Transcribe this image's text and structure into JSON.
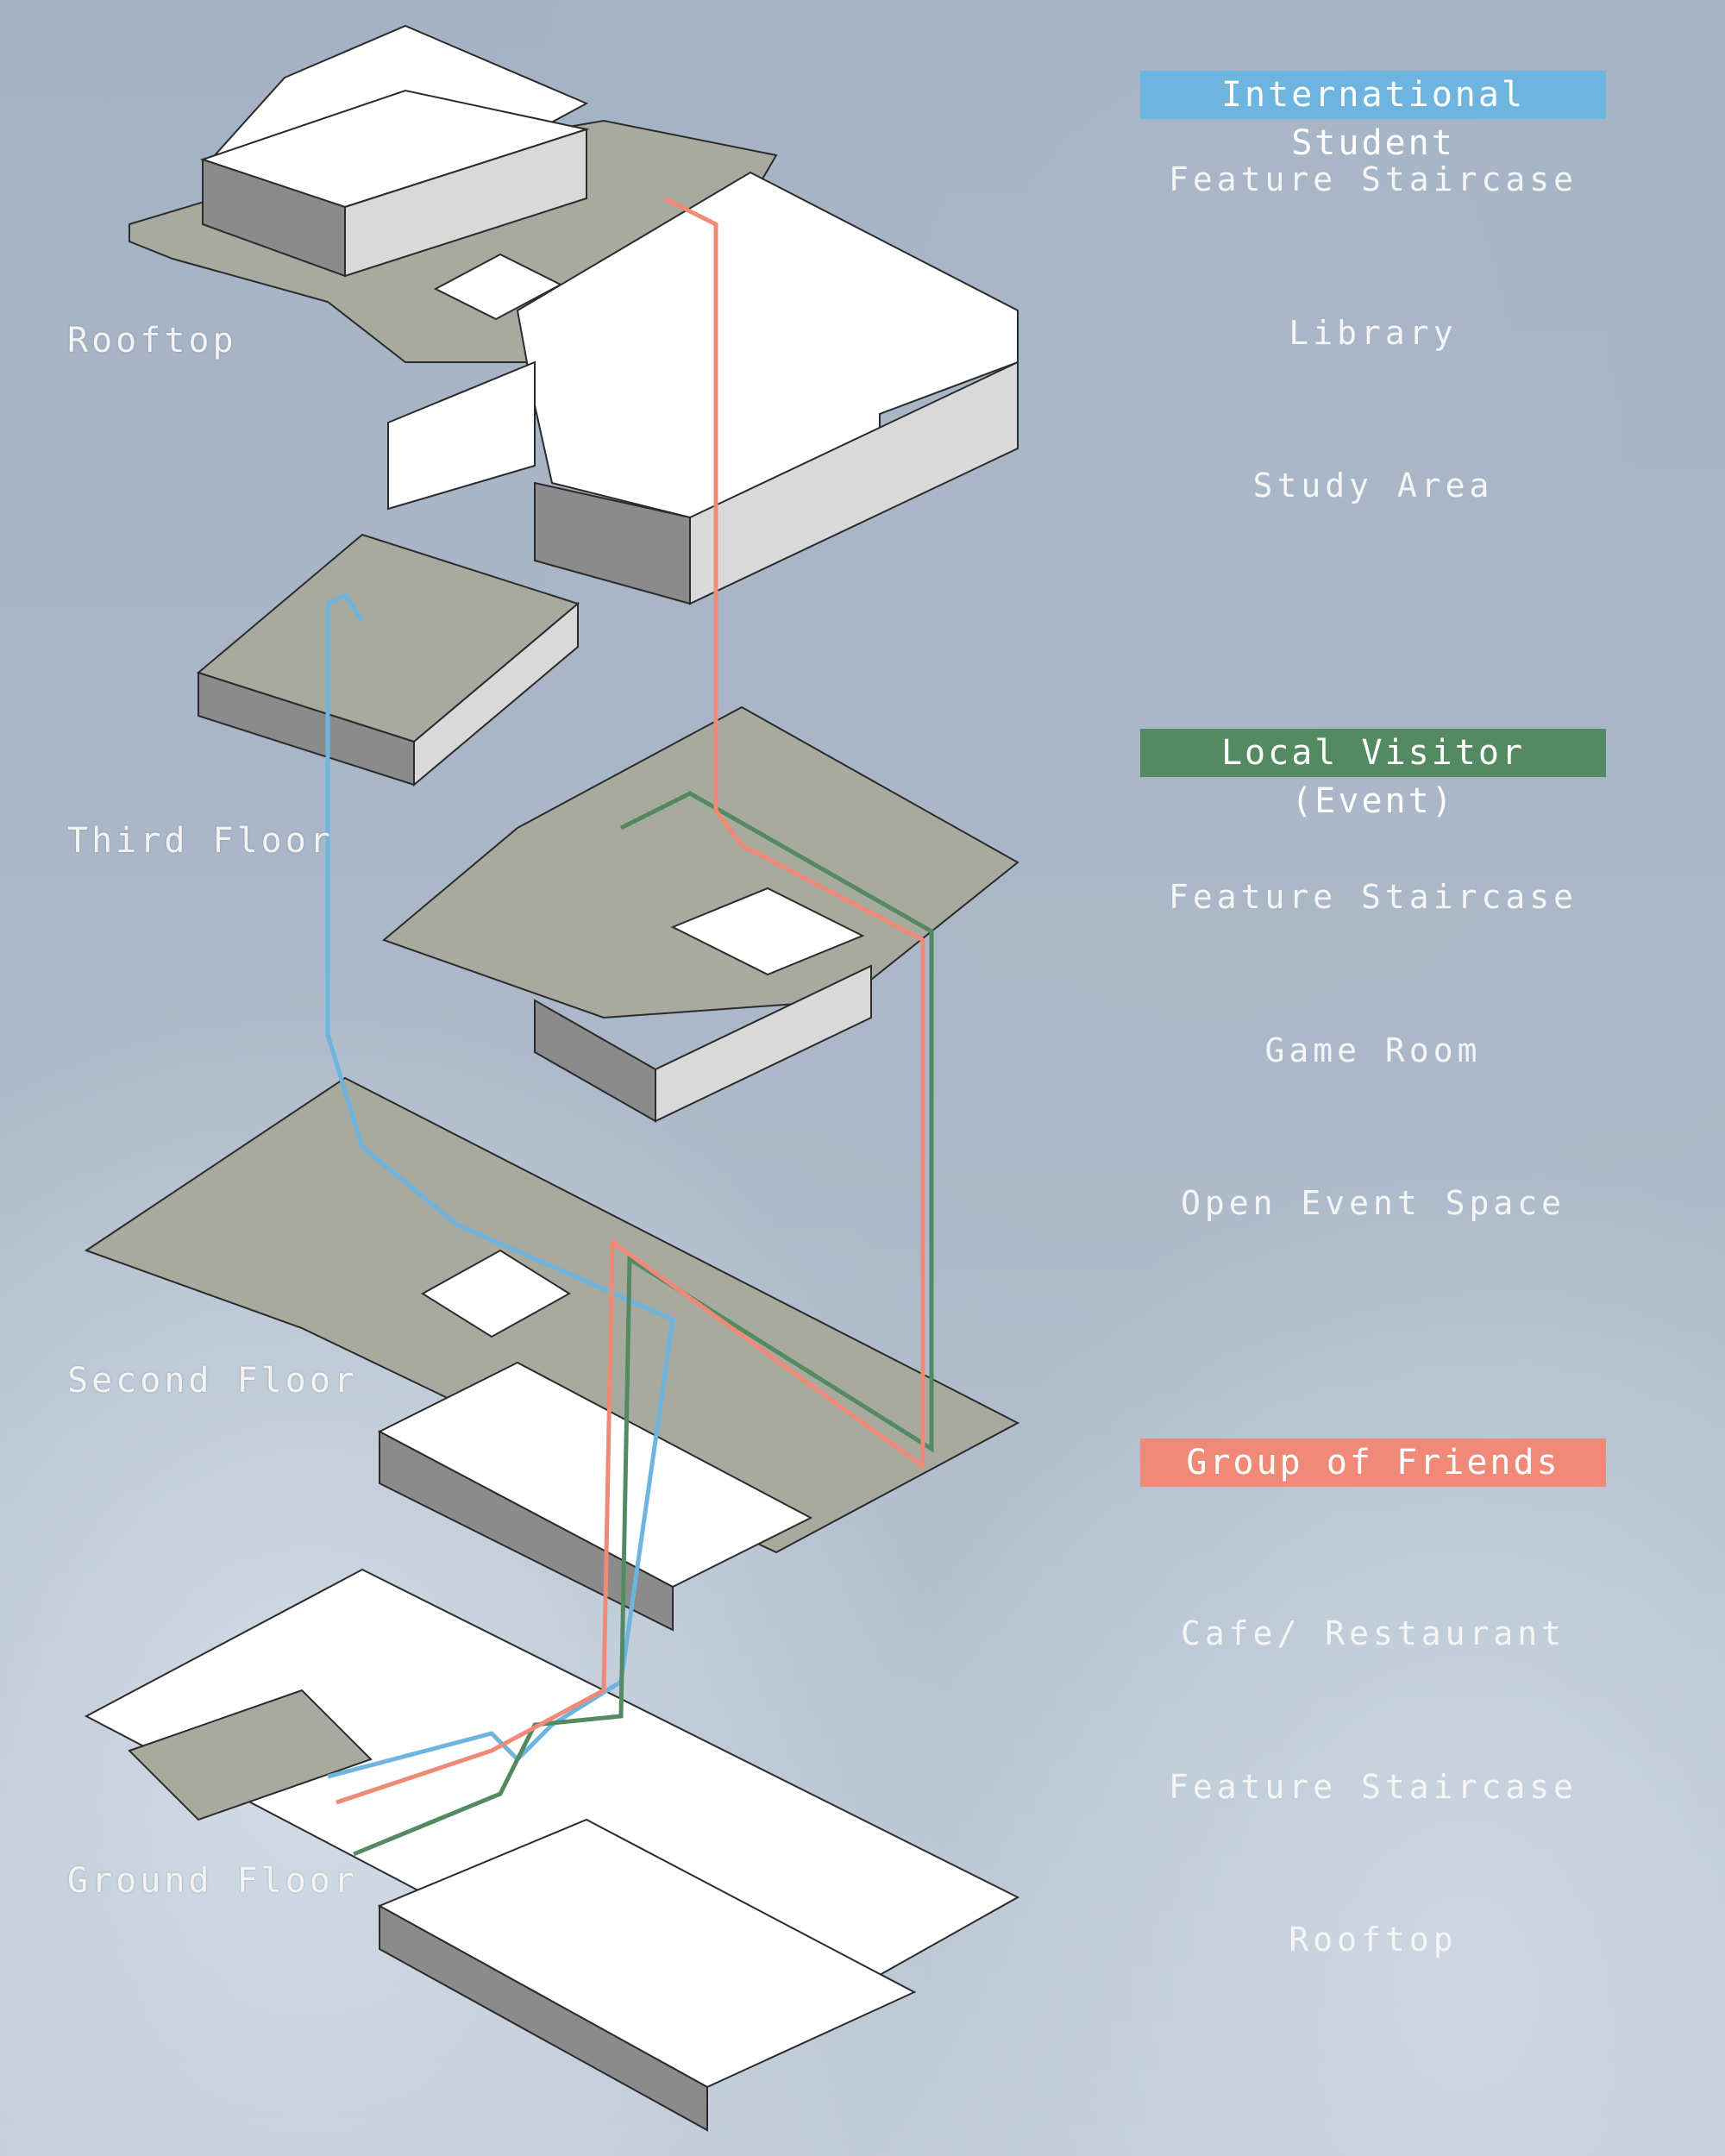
{
  "floors": [
    {
      "label": "Rooftop"
    },
    {
      "label": "Third Floor"
    },
    {
      "label": "Second Floor"
    },
    {
      "label": "Ground Floor"
    }
  ],
  "routes": [
    {
      "name": "International Student",
      "color": "#6db4de",
      "stops": [
        "Feature Staircase",
        "Library",
        "Study Area"
      ]
    },
    {
      "name": "Local Visitor (Event)",
      "color": "#538a62",
      "stops": [
        "Feature Staircase",
        "Game Room",
        "Open Event Space"
      ]
    },
    {
      "name": "Group of Friends",
      "color": "#f08a78",
      "stops": [
        "Cafe/ Restaurant",
        "Feature Staircase",
        "Rooftop"
      ]
    }
  ],
  "colors": {
    "slab_fill": "#ffffff",
    "floor_fill": "#a9aa9f",
    "wall_stroke": "#2b2b2b",
    "facade_fill": "#8b8b8b"
  }
}
